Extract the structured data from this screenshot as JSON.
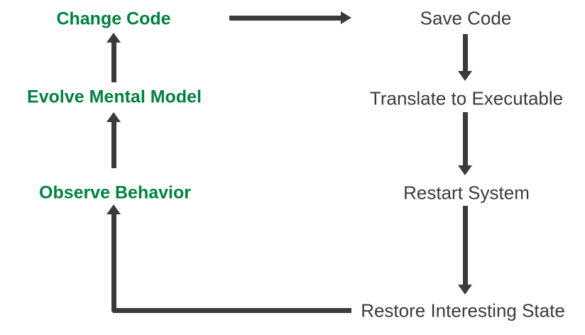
{
  "colors": {
    "bg": "#ffffff",
    "green_text": "#00823F",
    "dark_text": "#3b3b3b",
    "arrow": "#3b3b3b"
  },
  "nodes": {
    "change_code": {
      "label": "Change Code"
    },
    "save_code": {
      "label": "Save Code"
    },
    "evolve_mental_model": {
      "label": "Evolve Mental Model"
    },
    "translate_to_executable": {
      "label": "Translate to Executable"
    },
    "observe_behavior": {
      "label": "Observe Behavior"
    },
    "restart_system": {
      "label": "Restart System"
    },
    "restore_interesting_state": {
      "label": "Restore Interesting State"
    }
  },
  "edges": [
    {
      "from": "change_code",
      "to": "save_code",
      "direction": "right"
    },
    {
      "from": "save_code",
      "to": "translate_to_executable",
      "direction": "down"
    },
    {
      "from": "translate_to_executable",
      "to": "restart_system",
      "direction": "down"
    },
    {
      "from": "restart_system",
      "to": "restore_interesting_state",
      "direction": "down"
    },
    {
      "from": "restore_interesting_state",
      "to": "observe_behavior",
      "direction": "left-up"
    },
    {
      "from": "observe_behavior",
      "to": "evolve_mental_model",
      "direction": "up"
    },
    {
      "from": "evolve_mental_model",
      "to": "change_code",
      "direction": "up"
    }
  ]
}
